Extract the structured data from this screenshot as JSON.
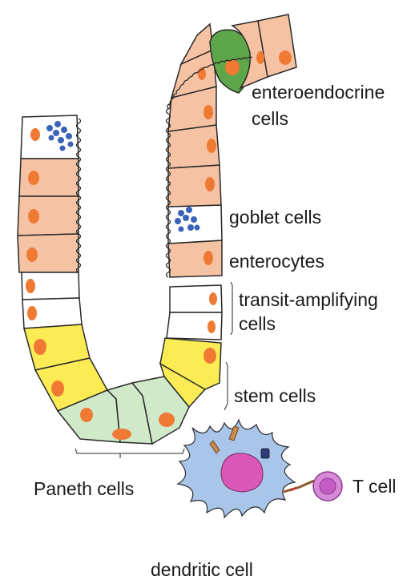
{
  "labels": {
    "enteroendocrine_line1": "enteroendocrine",
    "enteroendocrine_line2": "cells",
    "goblet": "goblet cells",
    "enterocytes": "enterocytes",
    "transit_line1": "transit-amplifying",
    "transit_line2": "cells",
    "stem": "stem cells",
    "paneth": "Paneth cells",
    "tcell": "T cell",
    "dendritic": "dendritic cell"
  },
  "colors": {
    "enterocyte": "#f5c3a3",
    "nucleus": "#f07a34",
    "enteroendocrine": "#5ea64a",
    "goblet_granule": "#3a63b8",
    "stem": "#fbeb55",
    "paneth": "#cfe9c9",
    "dendritic": "#a9c6ea",
    "dendritic_nucleus": "#d957b6",
    "tcell": "#d78ad8",
    "outline": "#2a2a2a"
  },
  "icons": [
    "microvilli-brush-border",
    "goblet-granules",
    "dendrite-receptors"
  ]
}
